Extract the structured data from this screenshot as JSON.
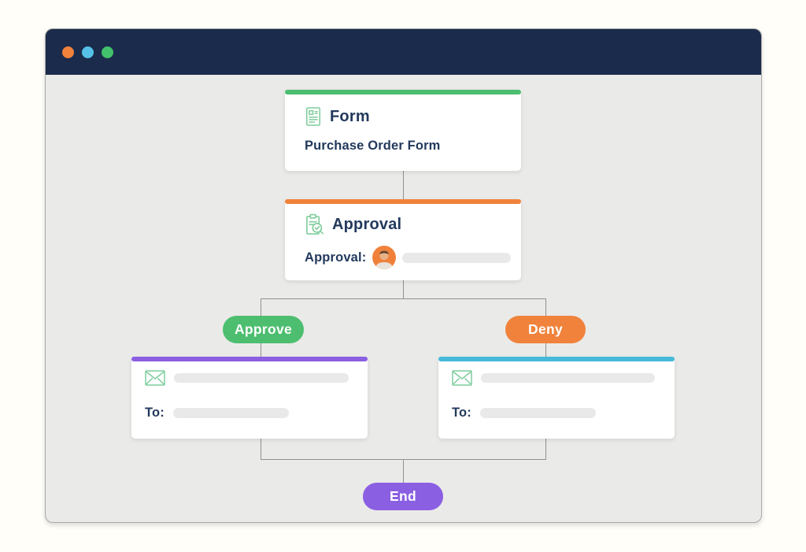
{
  "window": {
    "titlebar_color": "#1B2B4B",
    "body_color": "#EAEAE8",
    "controls": [
      {
        "name": "orange",
        "color": "#F0823C"
      },
      {
        "name": "blue",
        "color": "#55C1E9"
      },
      {
        "name": "green",
        "color": "#43C16C"
      }
    ]
  },
  "workflow": {
    "nodes": {
      "form": {
        "icon": "document-icon",
        "title": "Form",
        "subtitle": "Purchase Order Form",
        "accent_color": "#4DBE70"
      },
      "approval": {
        "icon": "clipboard-search-check-icon",
        "title": "Approval",
        "field_label": "Approval:",
        "accent_color": "#F0823C",
        "avatar_color": "#F0813B"
      },
      "email_approve": {
        "icon": "envelope-icon",
        "to_label": "To:",
        "accent_color": "#8B5FE2"
      },
      "email_deny": {
        "icon": "envelope-icon",
        "to_label": "To:",
        "accent_color": "#45BAD8"
      }
    },
    "branches": {
      "approve": {
        "label": "Approve",
        "color": "#4DBE70"
      },
      "deny": {
        "label": "Deny",
        "color": "#F0823C"
      }
    },
    "end": {
      "label": "End",
      "color": "#8B5FE2"
    }
  },
  "colors": {
    "text_navy": "#22395C",
    "connector_gray": "#919191",
    "placeholder_gray": "#E9E9E9",
    "icon_green": "#7FCD9D",
    "page_background": "#FFFEF9"
  }
}
